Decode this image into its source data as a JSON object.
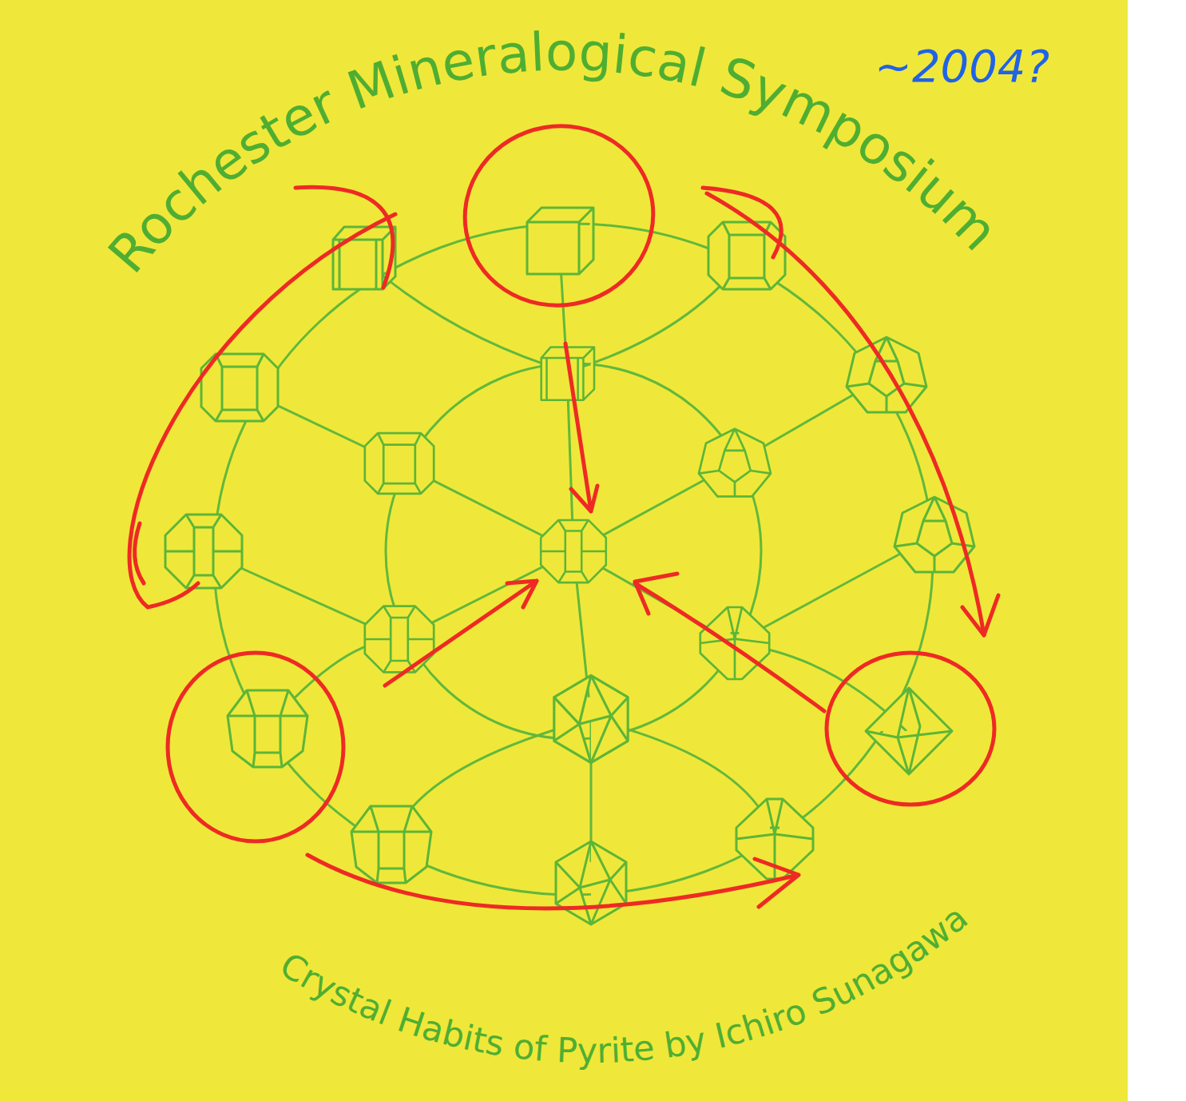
{
  "diagram": {
    "title": "Rochester Mineralogical Symposium",
    "caption": "Crystal Habits of Pyrite by Ichiro Sunagawa",
    "labels": [
      "~2004?"
    ]
  }
}
